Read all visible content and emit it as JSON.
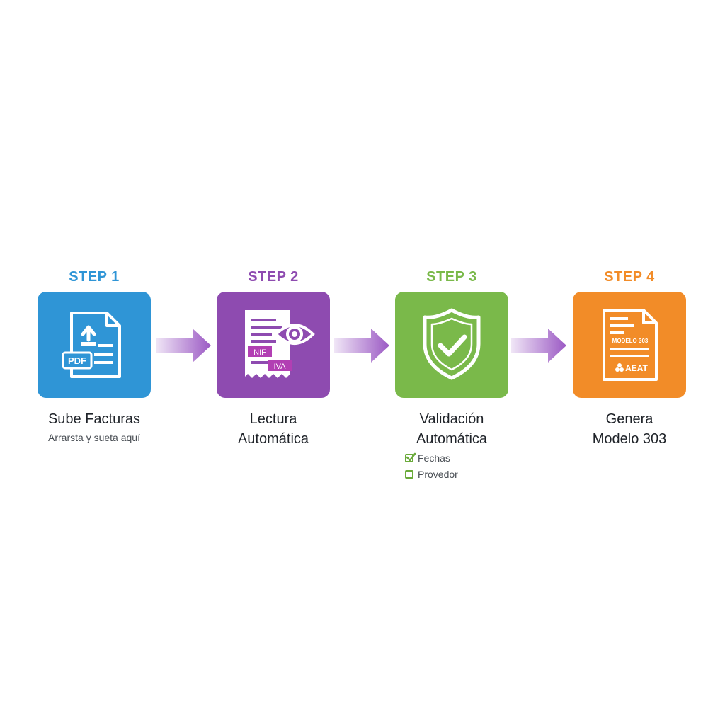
{
  "colors": {
    "step1": "#2f95d6",
    "step2": "#8e4bb0",
    "step3": "#7ab94a",
    "step4": "#f28c28",
    "arrow": "#9b59c4"
  },
  "steps": [
    {
      "label": "STEP 1",
      "title": "Sube Facturas",
      "subtitle": "Arrarsta y sueta aquí",
      "icon": "upload-pdf-document-icon",
      "icon_text": "PDF"
    },
    {
      "label": "STEP 2",
      "title_line1": "Lectura",
      "title_line2": "Automática",
      "icon": "receipt-eye-scan-icon",
      "tag1": "NIF",
      "tag2": "IVA"
    },
    {
      "label": "STEP 3",
      "title_line1": "Validación",
      "title_line2": "Automática",
      "icon": "shield-check-icon",
      "checklist": [
        {
          "label": "Fechas",
          "checked": true
        },
        {
          "label": "Provedor",
          "checked": false
        }
      ]
    },
    {
      "label": "STEP 4",
      "title_line1": "Genera",
      "title_line2": "Modelo 303",
      "icon": "tax-form-document-icon",
      "doc_title": "MODELO 303",
      "doc_footer": "AEAT"
    }
  ]
}
